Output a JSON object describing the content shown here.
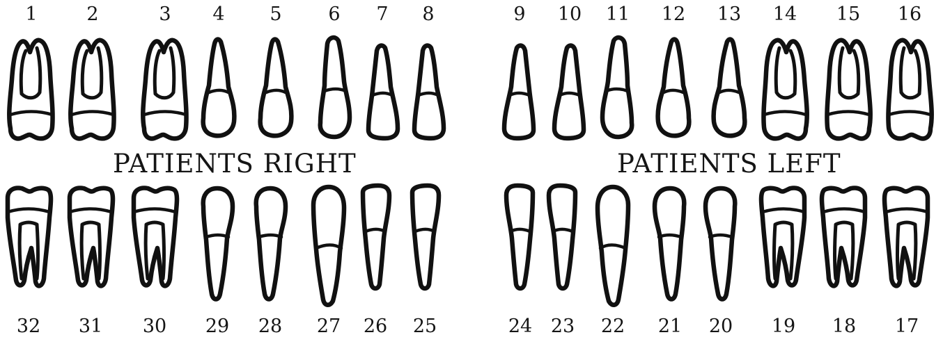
{
  "labels": {
    "right": "PATIENTS RIGHT",
    "left": "PATIENTS LEFT"
  },
  "upper_teeth": [
    {
      "number": "1",
      "kind": "molar"
    },
    {
      "number": "2",
      "kind": "molar"
    },
    {
      "number": "3",
      "kind": "molar"
    },
    {
      "number": "4",
      "kind": "premolar"
    },
    {
      "number": "5",
      "kind": "premolar"
    },
    {
      "number": "6",
      "kind": "canine"
    },
    {
      "number": "7",
      "kind": "incisor"
    },
    {
      "number": "8",
      "kind": "incisor"
    },
    {
      "number": "9",
      "kind": "incisor"
    },
    {
      "number": "10",
      "kind": "incisor"
    },
    {
      "number": "11",
      "kind": "canine"
    },
    {
      "number": "12",
      "kind": "premolar"
    },
    {
      "number": "13",
      "kind": "premolar"
    },
    {
      "number": "14",
      "kind": "molar"
    },
    {
      "number": "15",
      "kind": "molar"
    },
    {
      "number": "16",
      "kind": "molar"
    }
  ],
  "lower_teeth": [
    {
      "number": "32",
      "kind": "molar"
    },
    {
      "number": "31",
      "kind": "molar"
    },
    {
      "number": "30",
      "kind": "molar"
    },
    {
      "number": "29",
      "kind": "premolar"
    },
    {
      "number": "28",
      "kind": "premolar"
    },
    {
      "number": "27",
      "kind": "canine"
    },
    {
      "number": "26",
      "kind": "incisor"
    },
    {
      "number": "25",
      "kind": "incisor"
    },
    {
      "number": "24",
      "kind": "incisor"
    },
    {
      "number": "23",
      "kind": "incisor"
    },
    {
      "number": "22",
      "kind": "canine"
    },
    {
      "number": "21",
      "kind": "premolar"
    },
    {
      "number": "20",
      "kind": "premolar"
    },
    {
      "number": "19",
      "kind": "molar"
    },
    {
      "number": "18",
      "kind": "molar"
    },
    {
      "number": "17",
      "kind": "molar"
    }
  ]
}
